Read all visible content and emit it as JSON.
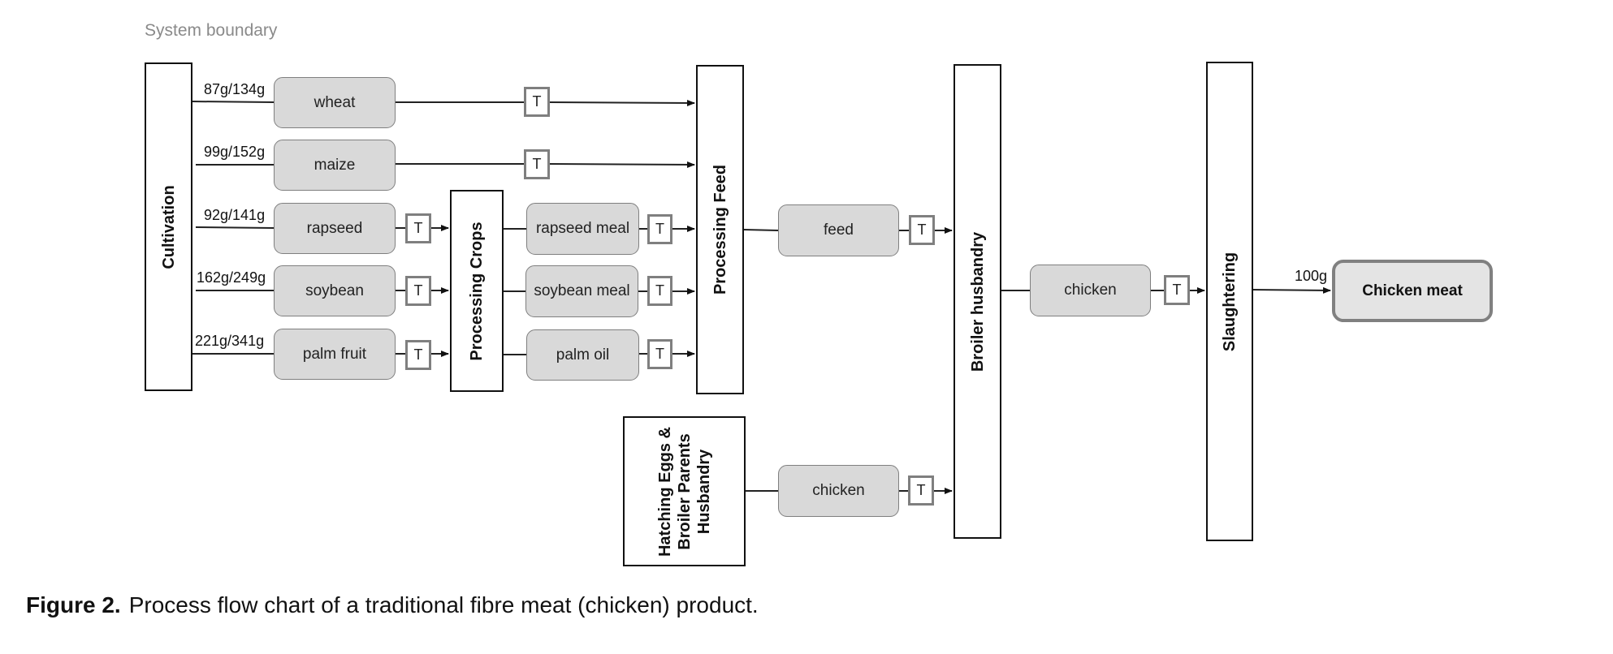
{
  "system_boundary_label": "System boundary",
  "stages": {
    "cultivation": "Cultivation",
    "processing_crops": "Processing Crops",
    "processing_feed": "Processing Feed",
    "broiler_husbandry": "Broiler husbandry",
    "slaughtering": "Slaughtering",
    "hatching": [
      "Hatching Eggs &",
      "Broiler Parents",
      "Husbandry"
    ]
  },
  "crops": [
    {
      "name": "wheat",
      "quantity": "87g/134g",
      "via_processing_crops": false
    },
    {
      "name": "maize",
      "quantity": "99g/152g",
      "via_processing_crops": false
    },
    {
      "name": "rapseed",
      "quantity": "92g/141g",
      "via_processing_crops": true
    },
    {
      "name": "soybean",
      "quantity": "162g/249g",
      "via_processing_crops": true
    },
    {
      "name": "palm fruit",
      "quantity": "221g/341g",
      "via_processing_crops": true
    }
  ],
  "processed_crops": [
    "rapseed meal",
    "soybean meal",
    "palm oil"
  ],
  "feed_label": "feed",
  "chicken_label": "chicken",
  "parent_chicken_label": "chicken",
  "transport_label": "T",
  "output": {
    "label": "Chicken meat",
    "quantity": "100g"
  },
  "caption": {
    "figure": "Figure 2.",
    "text": "Process flow chart of a traditional fibre meat (chicken) product."
  }
}
